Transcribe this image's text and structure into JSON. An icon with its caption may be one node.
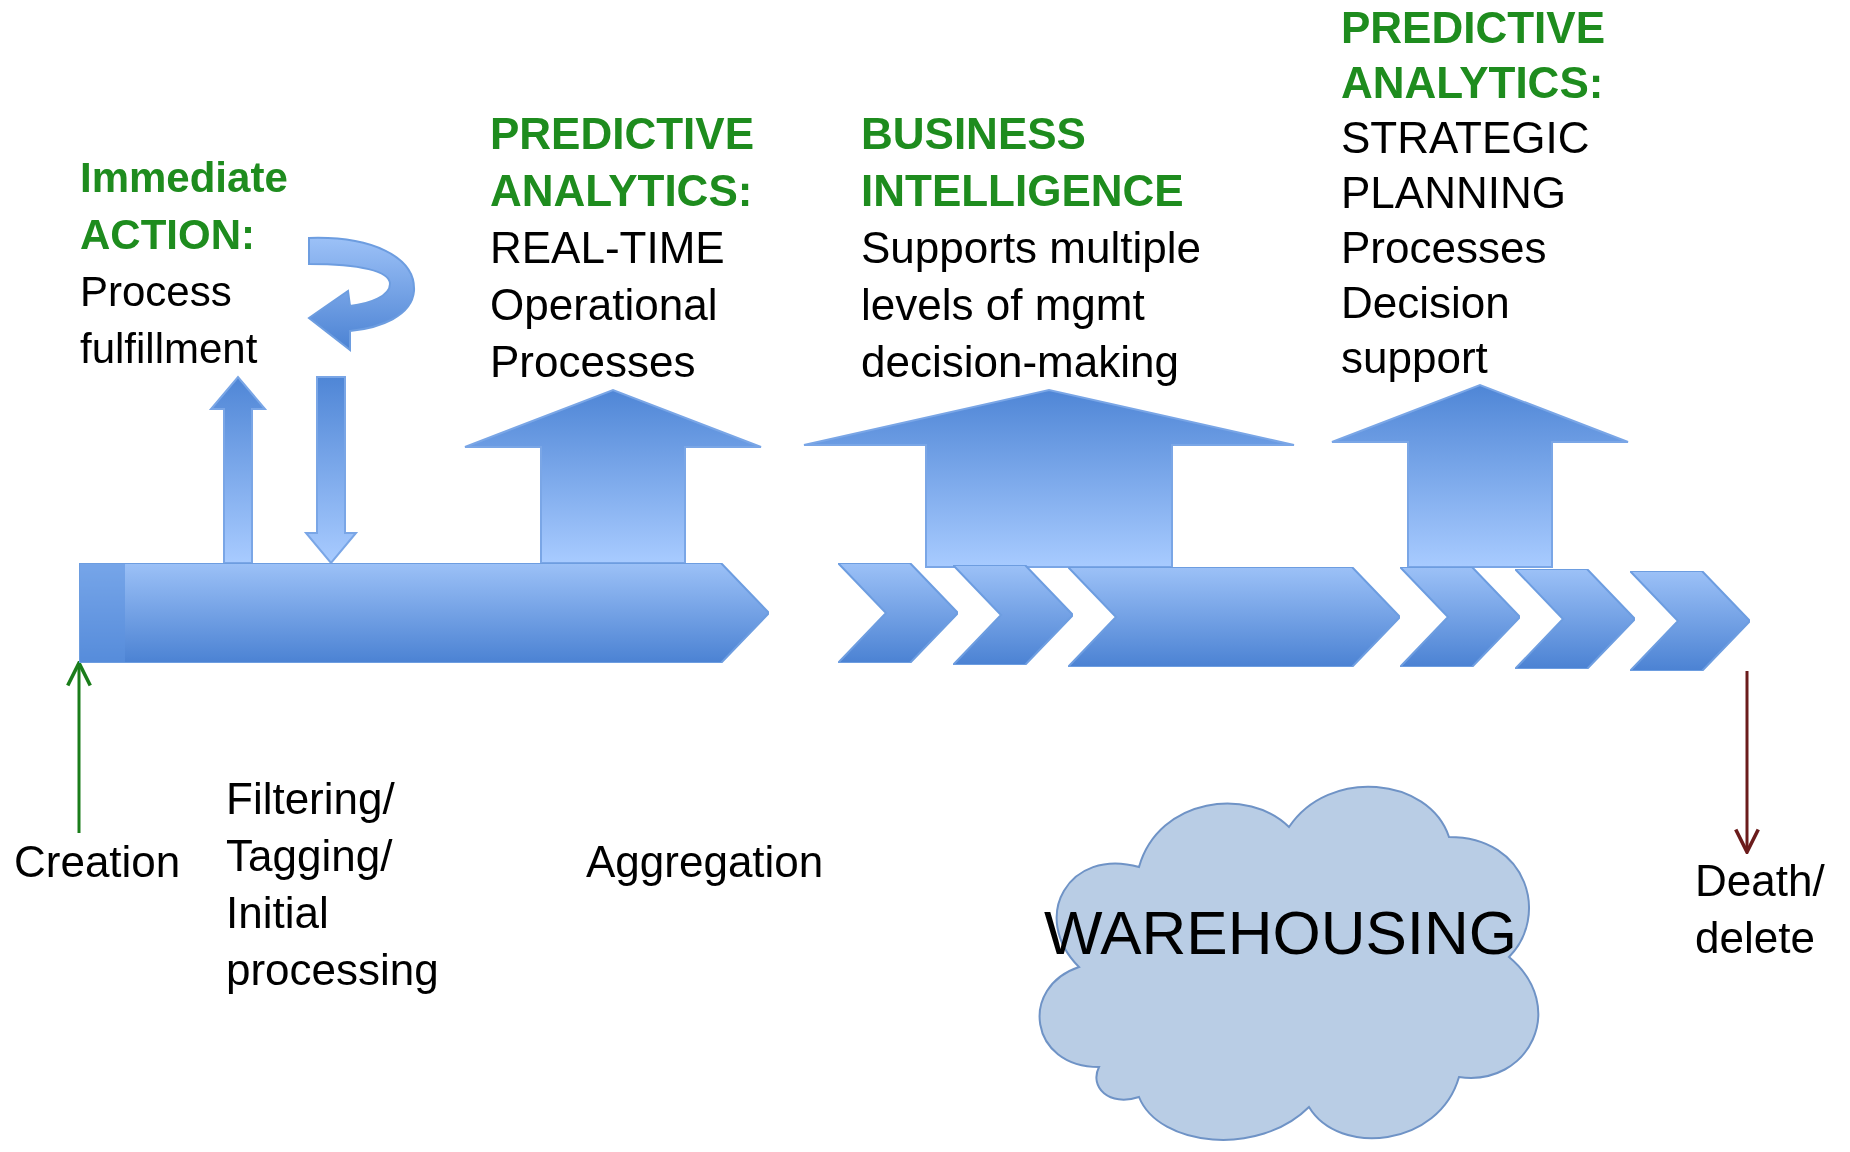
{
  "diagram": {
    "nodes": [
      {
        "text": [
          "Immediate ACTION:",
          "Process fulfillment"
        ]
      },
      {
        "text": [
          "PREDICTIVE ANALYTICS:",
          "REAL-TIME Operational Processes"
        ]
      },
      {
        "text": [
          "BUSINESS INTELLIGENCE",
          "Supports multiple levels of mgmt decision-making"
        ]
      },
      {
        "text": [
          "PREDICTIVE ANALYTICS:",
          "STRATEGIC PLANNING Processes Decision support"
        ]
      },
      {
        "text": [],
        "shape": "bar"
      },
      {
        "text": [],
        "shape": "chevron"
      },
      {
        "text": [],
        "shape": "chevron"
      },
      {
        "text": [],
        "shape": "chevron"
      },
      {
        "text": [],
        "shape": "chevron"
      },
      {
        "text": [],
        "shape": "chevron"
      },
      {
        "text": [],
        "shape": "chevron"
      },
      {
        "text": [
          "Creation"
        ]
      },
      {
        "text": [
          "WAREHOUSING"
        ]
      },
      {
        "text": [
          "Death/ delete"
        ]
      }
    ],
    "edges": [
      {
        "from": 4,
        "to": 0,
        "arrow": "to",
        "style": "thick"
      },
      {
        "from": 0,
        "to": 4,
        "arrow": "to",
        "style": "thick"
      },
      {
        "from": 4,
        "to": 1,
        "arrow": "to",
        "style": "thick"
      },
      {
        "from": 7,
        "to": 2,
        "arrow": "to",
        "style": "thick"
      },
      {
        "from": 8,
        "to": 3,
        "arrow": "to",
        "style": "thick"
      },
      {
        "from": 11,
        "to": 4,
        "arrow": "to",
        "color": "#1a7d1a"
      },
      {
        "from": 10,
        "to": 13,
        "arrow": "to",
        "color": "#6b1c1c"
      }
    ],
    "labels": [
      "Filtering/ Tagging/ Initial processing",
      "Aggregation"
    ]
  }
}
